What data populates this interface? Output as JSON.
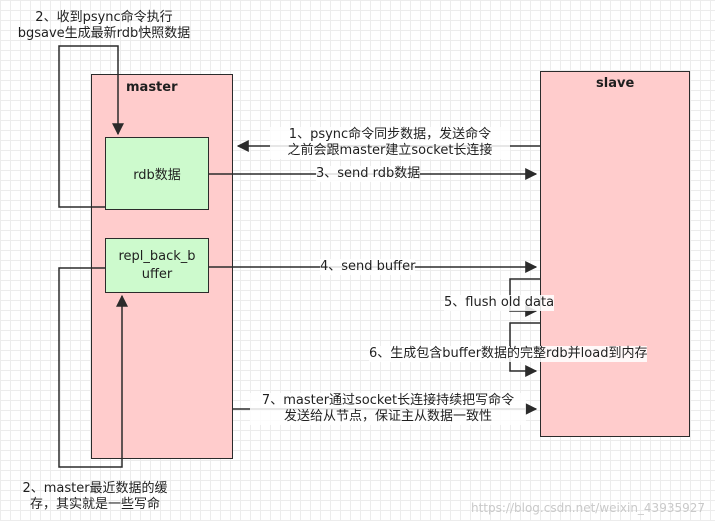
{
  "nodes": {
    "master_title": "master",
    "slave_title": "slave",
    "rdb_box": "rdb数据",
    "repl_box_line1": "repl_back_b",
    "repl_box_line2": "uffer"
  },
  "steps": {
    "step2_top_line1": "2、收到psync命令执行",
    "step2_top_line2": "bgsave生成最新rdb快照数据",
    "step1_line1": "1、psync命令同步数据，发送命令",
    "step1_line2": "之前会跟master建立socket长连接",
    "step3": "3、send rdb数据",
    "step4": "4、send buffer",
    "step5": "5、flush old data",
    "step6": "6、生成包含buffer数据的完整rdb并load到内存",
    "step7_line1": "7、master通过socket长连接持续把写命令",
    "step7_line2": "发送给从节点，保证主从数据一致性",
    "step2_bottom_line1": "2、master最近数据的缓",
    "step2_bottom_line2": "存，其实就是一些写命"
  },
  "watermark": "https://blog.csdn.net/weixin_43935927",
  "colors": {
    "node_fill": "#ffcccc",
    "inner_fill": "#cdfacd",
    "line": "#2b2b2b"
  }
}
